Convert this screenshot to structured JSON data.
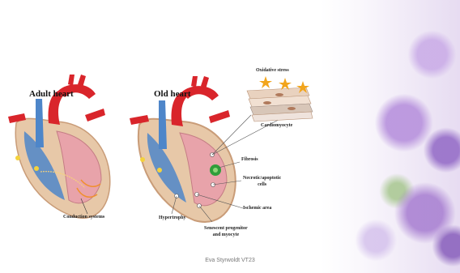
{
  "figure": {
    "adult_heart_title": "Adult heart",
    "old_heart_title": "Old heart",
    "labels": {
      "oxidative_stress": "Oxidative stress",
      "cardiomyocyte": "Cardiomyocyte",
      "fibrosis": "Fibrosis",
      "necrotic_apoptotic_line1": "Necrotic/apoptotic",
      "necrotic_apoptotic_line2": "cells",
      "ischemic_area": "Ischemic area",
      "hypertrophy": "Hypertrophy",
      "senescent_line1": "Senescent progenitor",
      "senescent_line2": "and myocyte",
      "conduction_systems": "Conduction systems"
    }
  },
  "footer": {
    "text": "Eva Styrwoldt VT23"
  },
  "colors": {
    "artery_red": "#d9252b",
    "vein_blue": "#4e86c9",
    "chamber_pink": "#e8a3aa",
    "wall_tan": "#e7c8a8",
    "fibrosis_green": "#2f9e3a",
    "star_orange": "#f2a51c"
  }
}
